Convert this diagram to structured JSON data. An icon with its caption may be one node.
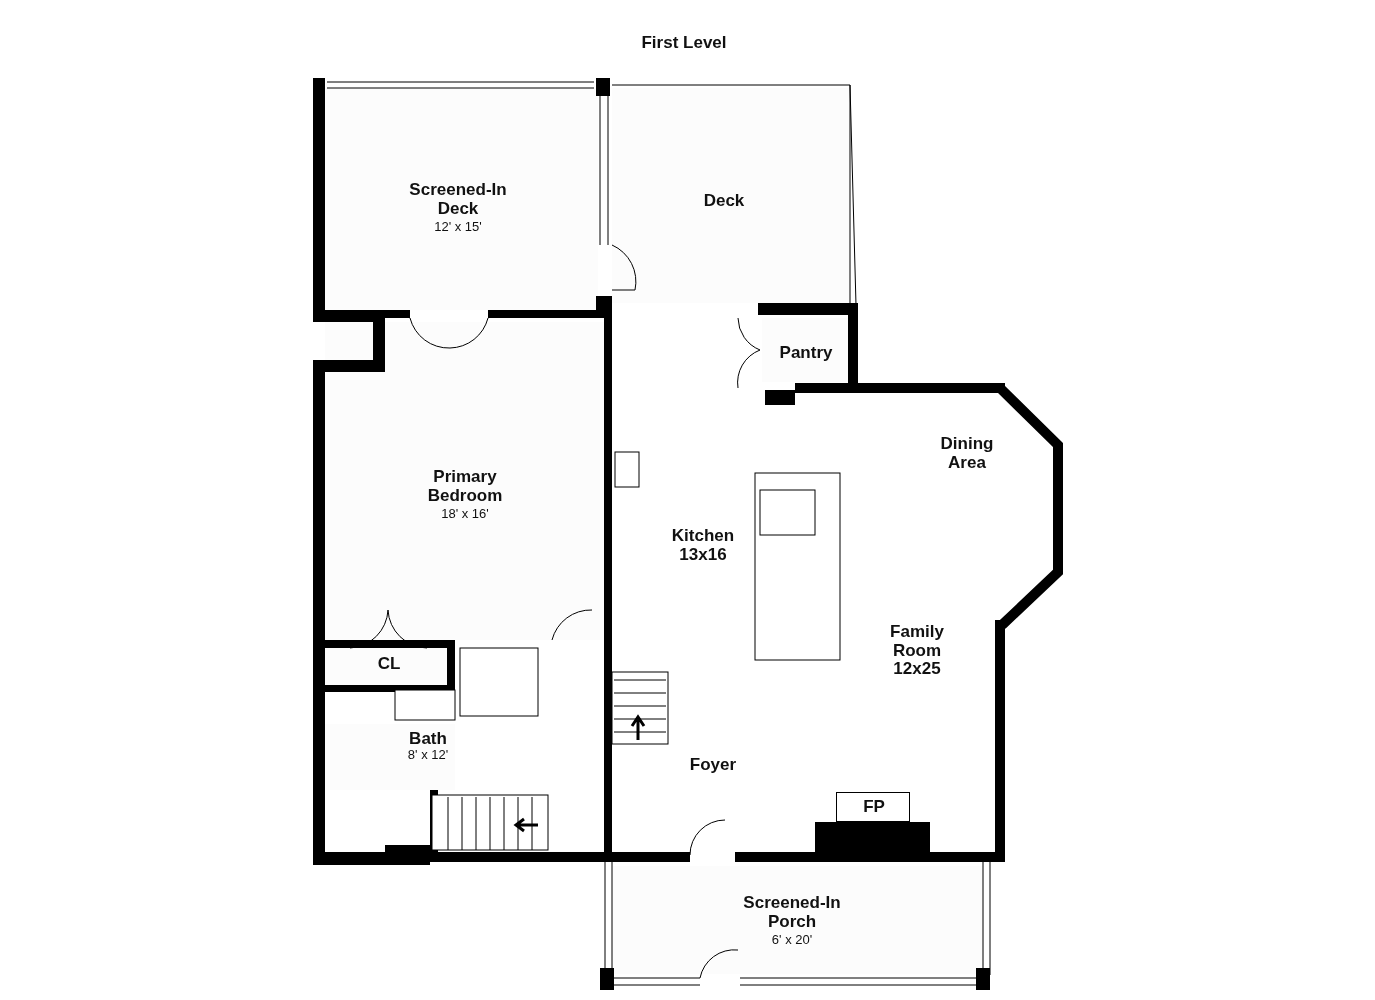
{
  "diagram": {
    "title": "First Level",
    "nodes": [
      {
        "text": [
          "Screened-In Deck",
          "12' x 15'"
        ]
      },
      {
        "text": [
          "Deck"
        ]
      },
      {
        "text": [
          "Pantry"
        ]
      },
      {
        "text": [
          "Primary Bedroom",
          "18' x 16'"
        ]
      },
      {
        "text": [
          "CL"
        ]
      },
      {
        "text": [
          "Bath",
          "8' x 12'"
        ]
      },
      {
        "text": [
          "FP"
        ]
      },
      {
        "text": [
          "Screened-In Porch",
          "6' x 20'"
        ]
      }
    ],
    "labels": [
      "Dining Area",
      "Kitchen 13x16",
      "Family Room 12x25",
      "Foyer"
    ]
  }
}
